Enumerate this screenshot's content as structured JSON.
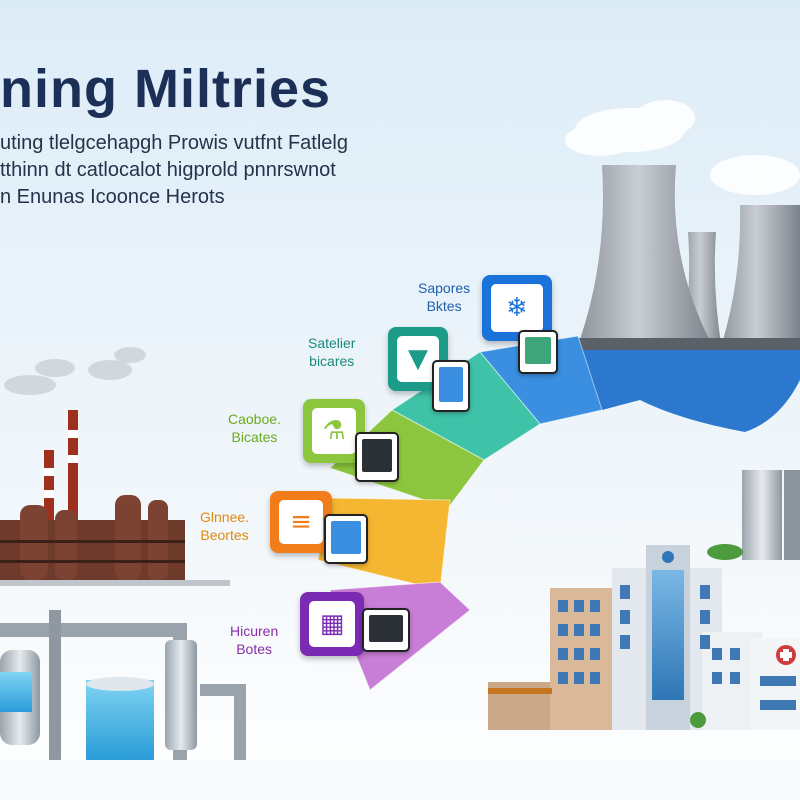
{
  "header": {
    "title": "ning Miltries",
    "subtitle_lines": [
      "uting tlelgcehapgh Prowis vutfnt Fatlelg",
      "tthinn dt catlocalot higprold pnnrswnot",
      "n Enunas Icoonce Herots"
    ]
  },
  "segments": [
    {
      "label": [
        "Sapores",
        "Bktes"
      ],
      "color": "#3b8fe0"
    },
    {
      "label": [
        "Satelier",
        "bicares"
      ],
      "color": "#3fc3a8"
    },
    {
      "label": [
        "Caoboe.",
        "Bicates"
      ],
      "color": "#8cc63f"
    },
    {
      "label": [
        "Glnnee.",
        "Beortes"
      ],
      "color": "#f5b731"
    },
    {
      "label": [
        "Hicuren",
        "Botes"
      ],
      "color": "#c87ed6"
    }
  ],
  "label_colors": [
    "#1f5fae",
    "#1a8a7a",
    "#6aaa1e",
    "#e08a10",
    "#8a2da8"
  ],
  "icons": [
    "snowflake-chip-icon",
    "test-tube-icon",
    "flask-icon",
    "server-rack-icon",
    "control-panel-icon"
  ]
}
